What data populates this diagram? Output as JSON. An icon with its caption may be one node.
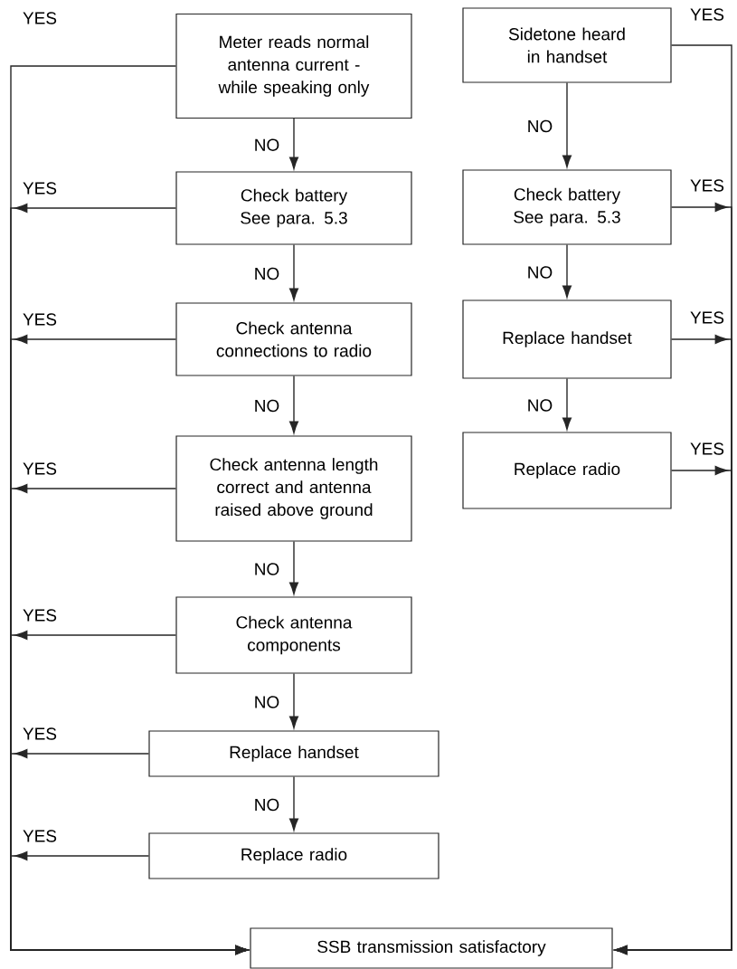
{
  "diagram": {
    "nodes": [
      {
        "text": [
          "Meter reads normal antenna current - while speaking only"
        ]
      },
      {
        "text": [
          "Check battery See para. 5.3"
        ]
      },
      {
        "text": [
          "Check antenna connections to radio"
        ]
      },
      {
        "text": [
          "Check antenna length correct and antenna raised above ground"
        ]
      },
      {
        "text": [
          "Check antenna components"
        ]
      },
      {
        "text": [
          "Replace handset"
        ]
      },
      {
        "text": [
          "Replace radio"
        ]
      },
      {
        "text": [
          "Sidetone heard in handset"
        ]
      },
      {
        "text": [
          "Check battery See para. 5.3"
        ]
      },
      {
        "text": [
          "Replace handset"
        ]
      },
      {
        "text": [
          "Replace radio"
        ]
      },
      {
        "text": [
          "SSB transmission satisfactory"
        ]
      }
    ],
    "edges": [
      {
        "from": 0,
        "to": 1,
        "label": "NO",
        "arrow": "to"
      },
      {
        "from": 1,
        "to": 2,
        "label": "NO",
        "arrow": "to"
      },
      {
        "from": 2,
        "to": 3,
        "label": "NO",
        "arrow": "to"
      },
      {
        "from": 3,
        "to": 4,
        "label": "NO",
        "arrow": "to"
      },
      {
        "from": 4,
        "to": 5,
        "label": "NO",
        "arrow": "to"
      },
      {
        "from": 5,
        "to": 6,
        "label": "NO",
        "arrow": "to"
      },
      {
        "from": 7,
        "to": 8,
        "label": "NO",
        "arrow": "to"
      },
      {
        "from": 8,
        "to": 9,
        "label": "NO",
        "arrow": "to"
      },
      {
        "from": 9,
        "to": 10,
        "label": "NO",
        "arrow": "to"
      },
      {
        "from": 0,
        "to": 11,
        "label": "YES",
        "arrow": "to"
      },
      {
        "from": 1,
        "to": 11,
        "label": "YES",
        "arrow": "to"
      },
      {
        "from": 2,
        "to": 11,
        "label": "YES",
        "arrow": "to"
      },
      {
        "from": 3,
        "to": 11,
        "label": "YES",
        "arrow": "to"
      },
      {
        "from": 4,
        "to": 11,
        "label": "YES",
        "arrow": "to"
      },
      {
        "from": 5,
        "to": 11,
        "label": "YES",
        "arrow": "to"
      },
      {
        "from": 6,
        "to": 11,
        "label": "YES",
        "arrow": "to"
      },
      {
        "from": 7,
        "to": 11,
        "label": "YES",
        "arrow": "to"
      },
      {
        "from": 8,
        "to": 11,
        "label": "YES",
        "arrow": "to"
      },
      {
        "from": 9,
        "to": 11,
        "label": "YES",
        "arrow": "to"
      },
      {
        "from": 10,
        "to": 11,
        "label": "YES",
        "arrow": "to"
      }
    ]
  }
}
